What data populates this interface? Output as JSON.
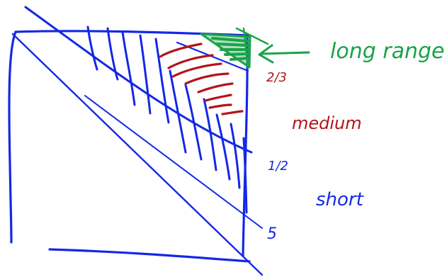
{
  "colors": {
    "blue": "#1428e6",
    "red": "#b3141a",
    "green": "#1aa34a",
    "background": "#ffffff"
  },
  "labels": {
    "long_range": "long range",
    "medium": "medium",
    "short": "short",
    "mark_2_3": "2/3",
    "mark_1_2": "1/2",
    "mark_5": "5"
  }
}
